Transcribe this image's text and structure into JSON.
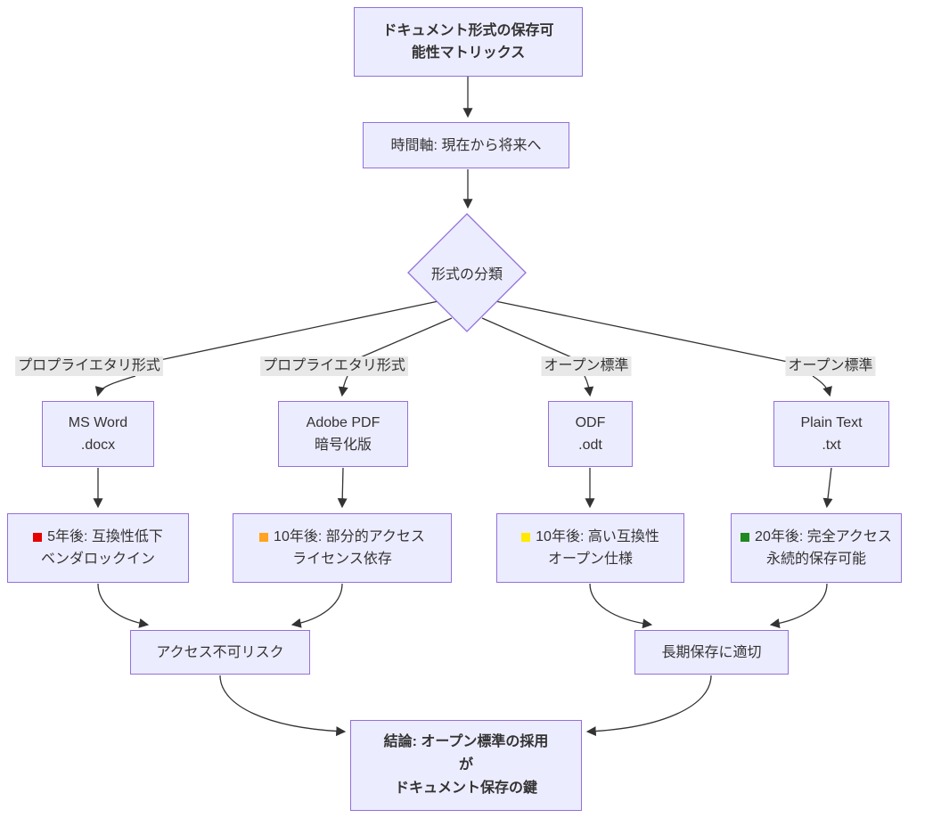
{
  "diagram": {
    "title": {
      "line1": "ドキュメント形式の保存可",
      "line2": "能性マトリックス"
    },
    "timeline": {
      "label": "時間軸: 現在から将来へ"
    },
    "decision": {
      "label": "形式の分類"
    },
    "branches": [
      {
        "edge_label": "プロプライエタリ形式",
        "format": {
          "line1": "MS Word",
          "line2": ".docx"
        },
        "outcome": {
          "marker_color": "#e60000",
          "line1": "5年後: 互換性低下",
          "line2": "ベンダロックイン"
        }
      },
      {
        "edge_label": "プロプライエタリ形式",
        "format": {
          "line1": "Adobe PDF",
          "line2": "暗号化版"
        },
        "outcome": {
          "marker_color": "#ffa320",
          "line1": "10年後: 部分的アクセス",
          "line2": "ライセンス依存"
        }
      },
      {
        "edge_label": "オープン標準",
        "format": {
          "line1": "ODF",
          "line2": ".odt"
        },
        "outcome": {
          "marker_color": "#ffe900",
          "line1": "10年後: 高い互換性",
          "line2": "オープン仕様"
        }
      },
      {
        "edge_label": "オープン標準",
        "format": {
          "line1": "Plain Text",
          "line2": ".txt"
        },
        "outcome": {
          "marker_color": "#1f8a1f",
          "line1": "20年後: 完全アクセス",
          "line2": "永続的保存可能"
        }
      }
    ],
    "summaries": [
      {
        "label": "アクセス不可リスク"
      },
      {
        "label": "長期保存に適切"
      }
    ],
    "conclusion": {
      "line1": "結論: オープン標準の採用",
      "line2": "が",
      "line3": "ドキュメント保存の鍵"
    },
    "colors": {
      "node_fill": "#ECECFF",
      "node_border": "#9370DB",
      "edge_line": "#333333",
      "edge_label_bg": "#e8e8e8",
      "text": "#333333"
    }
  }
}
